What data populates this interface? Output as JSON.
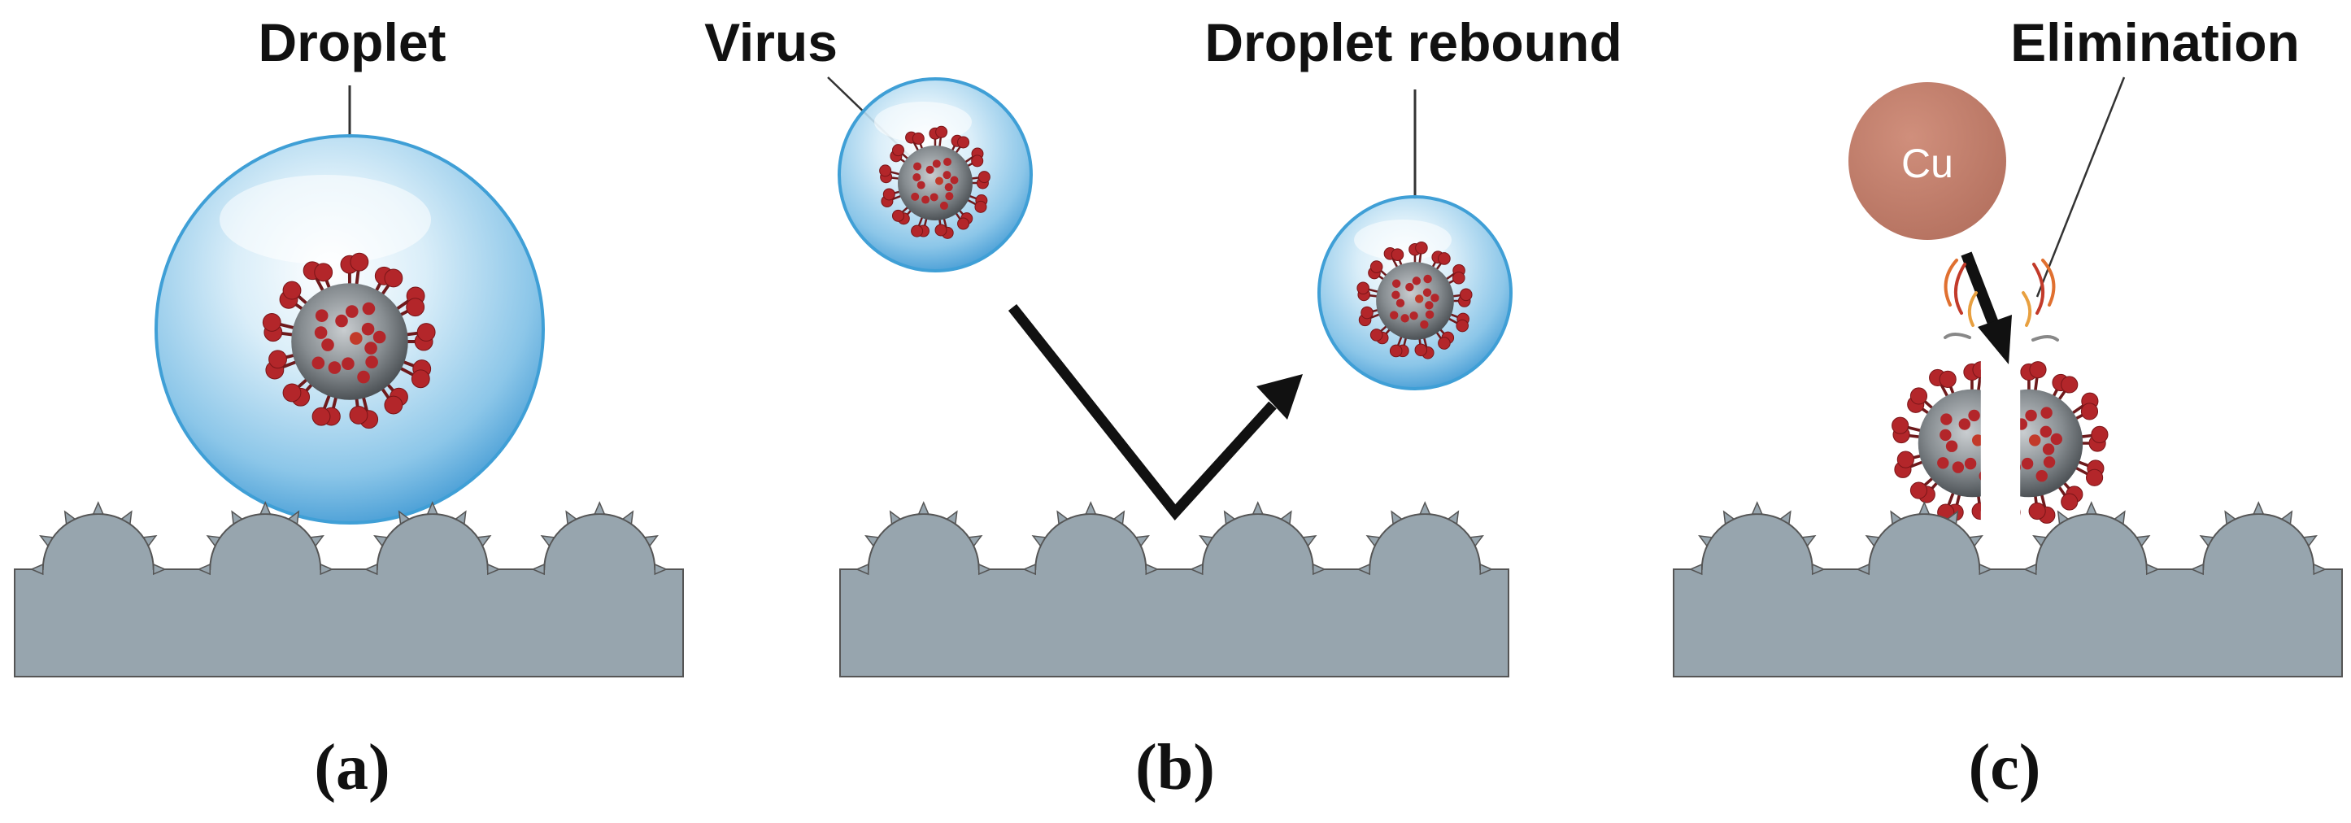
{
  "labels": {
    "droplet": "Droplet",
    "virus": "Virus",
    "droplet_rebound": "Droplet rebound",
    "elimination": "Elimination",
    "cu": "Cu"
  },
  "panels": [
    "(a)",
    "(b)",
    "(c)"
  ],
  "colors": {
    "substrate": "#97a5ae",
    "droplet_edge": "#3f9fd6",
    "virus_spike": "#b3262a",
    "virus_core": "#7f8589",
    "copper": "#c07d69",
    "arrow": "#111111"
  }
}
